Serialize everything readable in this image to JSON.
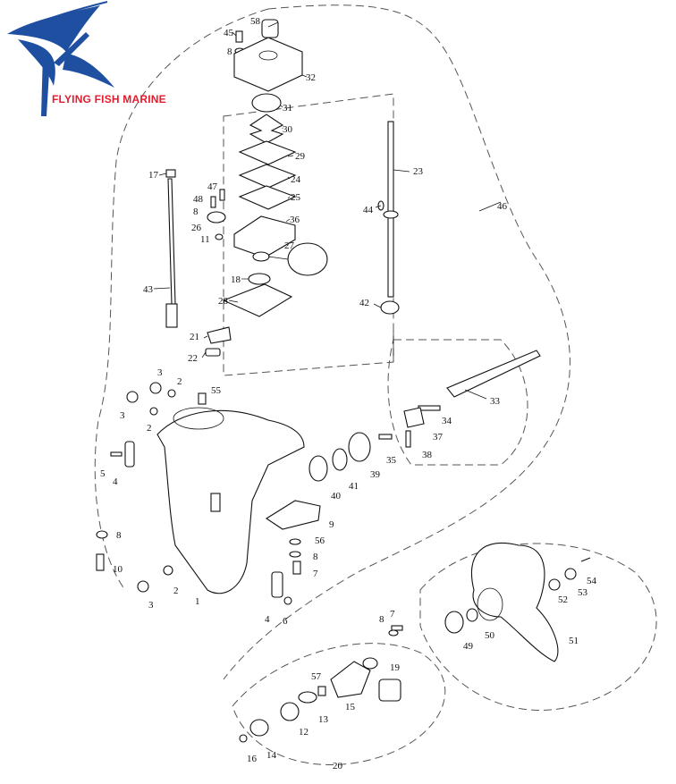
{
  "brand": {
    "name": "FLYING FISH MARINE",
    "logo_colors": {
      "fish": "#1f4fa0",
      "text": "#e31b2d"
    }
  },
  "labels": {
    "p1": "1",
    "p2a": "2",
    "p2b": "2",
    "p2c": "2",
    "p3a": "3",
    "p3b": "3",
    "p3c": "3",
    "p4a": "4",
    "p4b": "4",
    "p5": "5",
    "p6": "6",
    "p7a": "7",
    "p7b": "7",
    "p8a": "8",
    "p8b": "8",
    "p8c": "8",
    "p8d": "8",
    "p8e": "8",
    "p9": "9",
    "p10": "10",
    "p11": "11",
    "p12": "12",
    "p13": "13",
    "p14": "14",
    "p15": "15",
    "p16": "16",
    "p17": "17",
    "p18": "18",
    "p19": "19",
    "p20": "20",
    "p21": "21",
    "p22": "22",
    "p23": "23",
    "p24": "24",
    "p25": "25",
    "p26": "26",
    "p27": "27",
    "p28": "28",
    "p29": "29",
    "p30": "30",
    "p31": "31",
    "p32": "32",
    "p33": "33",
    "p34": "34",
    "p35": "35",
    "p36": "36",
    "p37": "37",
    "p38": "38",
    "p39": "39",
    "p40": "40",
    "p41": "41",
    "p42": "42",
    "p43": "43",
    "p44": "44",
    "p45": "45",
    "p46": "46",
    "p47": "47",
    "p48": "48",
    "p49": "49",
    "p50": "50",
    "p51": "51",
    "p52": "52",
    "p53": "53",
    "p54": "54",
    "p55": "55",
    "p56": "56",
    "p57": "57",
    "p58": "58"
  }
}
